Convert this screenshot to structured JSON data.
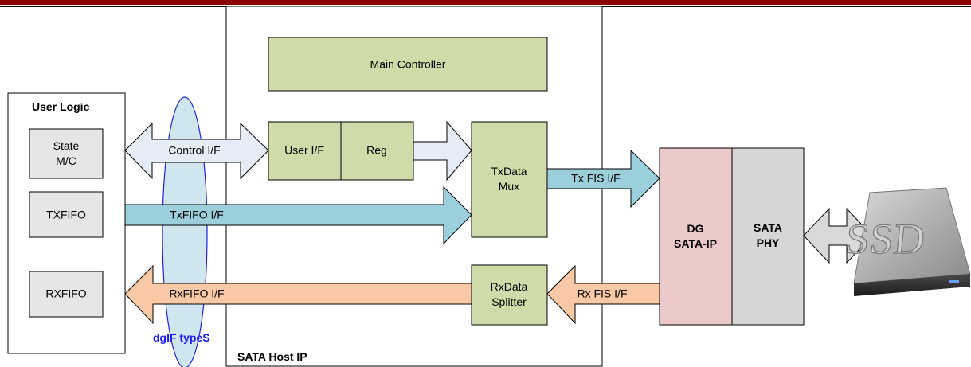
{
  "blocks": {
    "user_logic": "User Logic",
    "state_mc": [
      "State",
      "M/C"
    ],
    "txfifo": "TXFIFO",
    "rxfifo": "RXFIFO",
    "main_controller": "Main Controller",
    "user_if": "User I/F",
    "reg": "Reg",
    "txdata_mux": [
      "TxData",
      "Mux"
    ],
    "rxdata_splitter": [
      "RxData",
      "Splitter"
    ],
    "dg_sata_ip": [
      "DG",
      "SATA-IP"
    ],
    "sata_phy": [
      "SATA",
      "PHY"
    ],
    "sata_host_ip": "SATA Host IP",
    "dgif": "dgIF typeS",
    "ssd": "SSD"
  },
  "interfaces": {
    "control": "Control I/F",
    "txfifo": "TxFIFO I/F",
    "rxfifo": "RxFIFO I/F",
    "tx_fis": "Tx FIS I/F",
    "rx_fis": "Rx FIS I/F"
  },
  "colors": {
    "green_block": "#cfdcaa",
    "gray_block": "#e6e6e6",
    "pink_block": "#ecc9c9",
    "phy_block": "#d6d6d6",
    "blue_arrow": "#9ccfdc",
    "orange_arrow": "#f8c9a4",
    "light_arrow": "#e6edf7",
    "ellipse": "#cfe6ee",
    "ellipse_stroke": "#2222dd",
    "top_bar": "#8b0000"
  }
}
